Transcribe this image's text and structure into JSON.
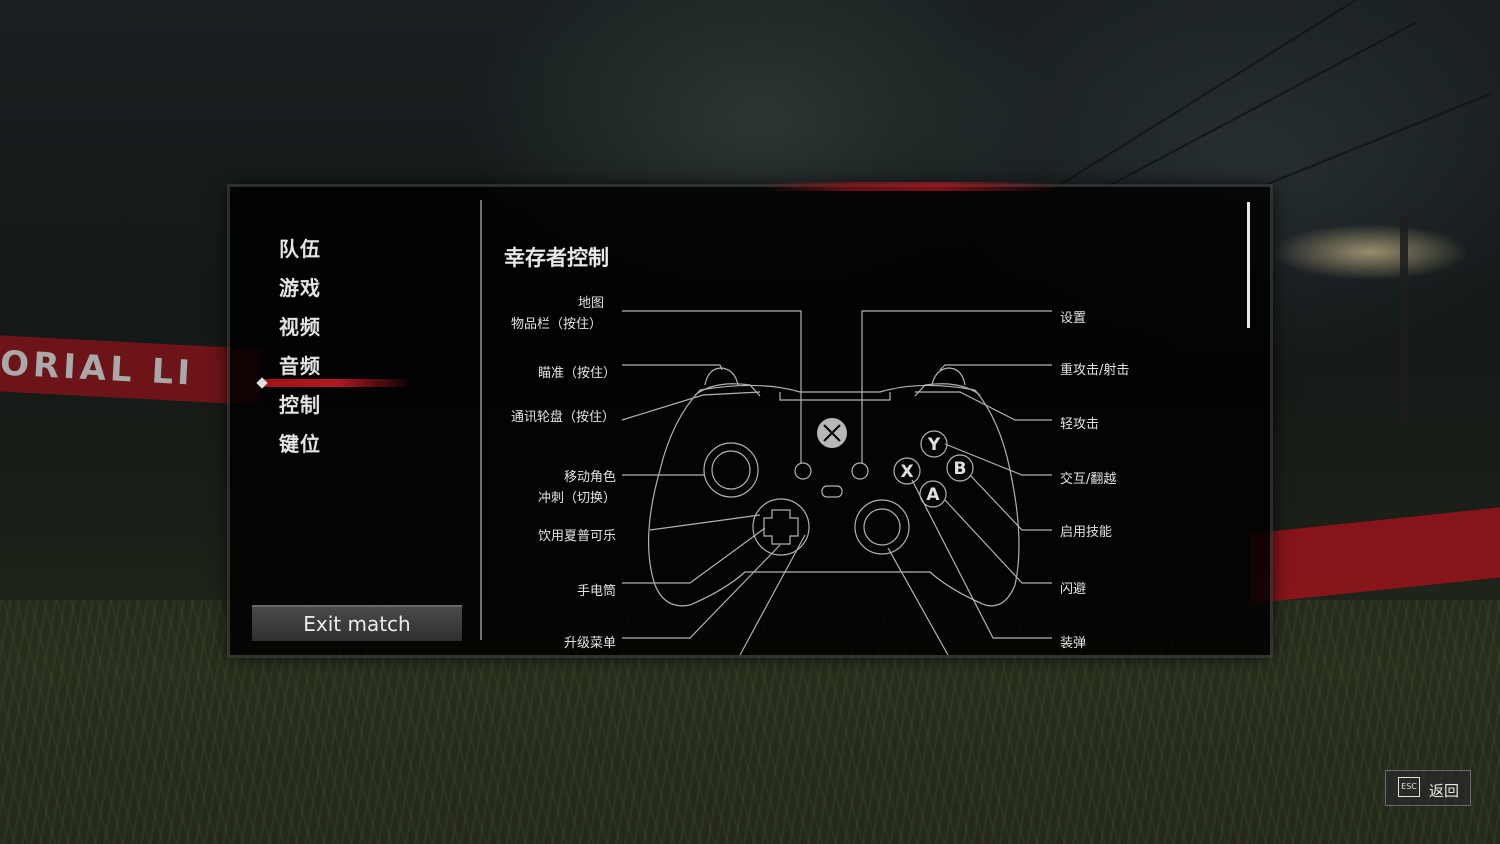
{
  "background": {
    "sign_text": "ORIAL LI"
  },
  "sidebar": {
    "items": [
      {
        "label": "队伍",
        "selected": false
      },
      {
        "label": "游戏",
        "selected": false
      },
      {
        "label": "视频",
        "selected": false
      },
      {
        "label": "音频",
        "selected": false
      },
      {
        "label": "控制",
        "selected": true
      },
      {
        "label": "键位",
        "selected": false
      }
    ],
    "exit_label": "Exit match"
  },
  "main": {
    "title": "幸存者控制",
    "left_labels": {
      "map": "地图",
      "inventory": "物品栏（按住）",
      "aim": "瞄准（按住）",
      "comms_wheel": "通讯轮盘（按住）",
      "move": "移动角色",
      "sprint": "冲刺（切换）",
      "drink_soda": "饮用夏普可乐",
      "flashlight": "手电筒",
      "upgrade_menu": "升级菜单"
    },
    "right_labels": {
      "settings": "设置",
      "heavy_attack": "重攻击/射击",
      "light_attack": "轻攻击",
      "interact": "交互/翻越",
      "use_ability": "启用技能",
      "dodge": "闪避",
      "reload": "装弹"
    },
    "controller_buttons": {
      "y": "Y",
      "b": "B",
      "x": "X",
      "a": "A"
    }
  },
  "footer": {
    "esc_key": "ESC",
    "back_label": "返回"
  },
  "colors": {
    "accent_red": "#b01820",
    "panel_bg": "#000000",
    "text": "#e6e6e6"
  }
}
